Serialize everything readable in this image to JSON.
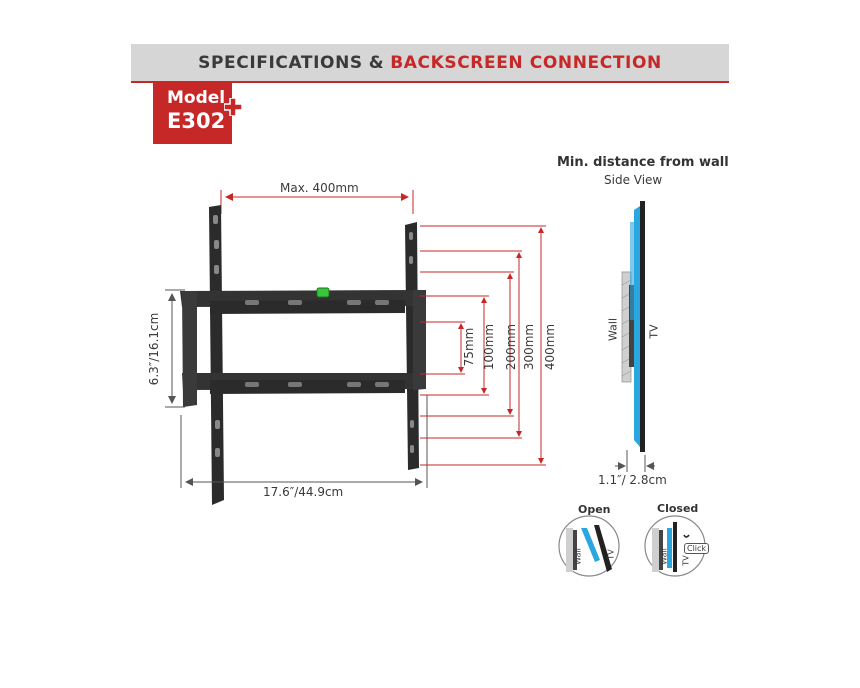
{
  "header": {
    "title_part1": "SPECIFICATIONS",
    "ampersand": "&",
    "title_part2": "BACKSCREEN CONNECTION"
  },
  "model": {
    "line1": "Model",
    "line2": "E302",
    "plus": "+"
  },
  "front_view": {
    "max_width": "Max. 400mm",
    "width_dim": "17.6″/44.9cm",
    "height_dim": "6.3″/16.1cm",
    "vesa": [
      "75mm",
      "100mm",
      "200mm",
      "300mm",
      "400mm"
    ]
  },
  "side_view": {
    "title": "Min. distance from wall",
    "subtitle": "Side View",
    "wall_label": "Wall",
    "tv_label": "TV",
    "distance": "1.1″/ 2.8cm"
  },
  "connection": {
    "open_label": "Open",
    "closed_label": "Closed",
    "wall_label": "Wall",
    "tv_label": "TV",
    "click_label": "Click"
  },
  "colors": {
    "accent_red": "#c62828",
    "bracket_blue": "#2aa7e0",
    "mount_black": "#2b2b2b",
    "header_grey": "#d6d6d6"
  }
}
